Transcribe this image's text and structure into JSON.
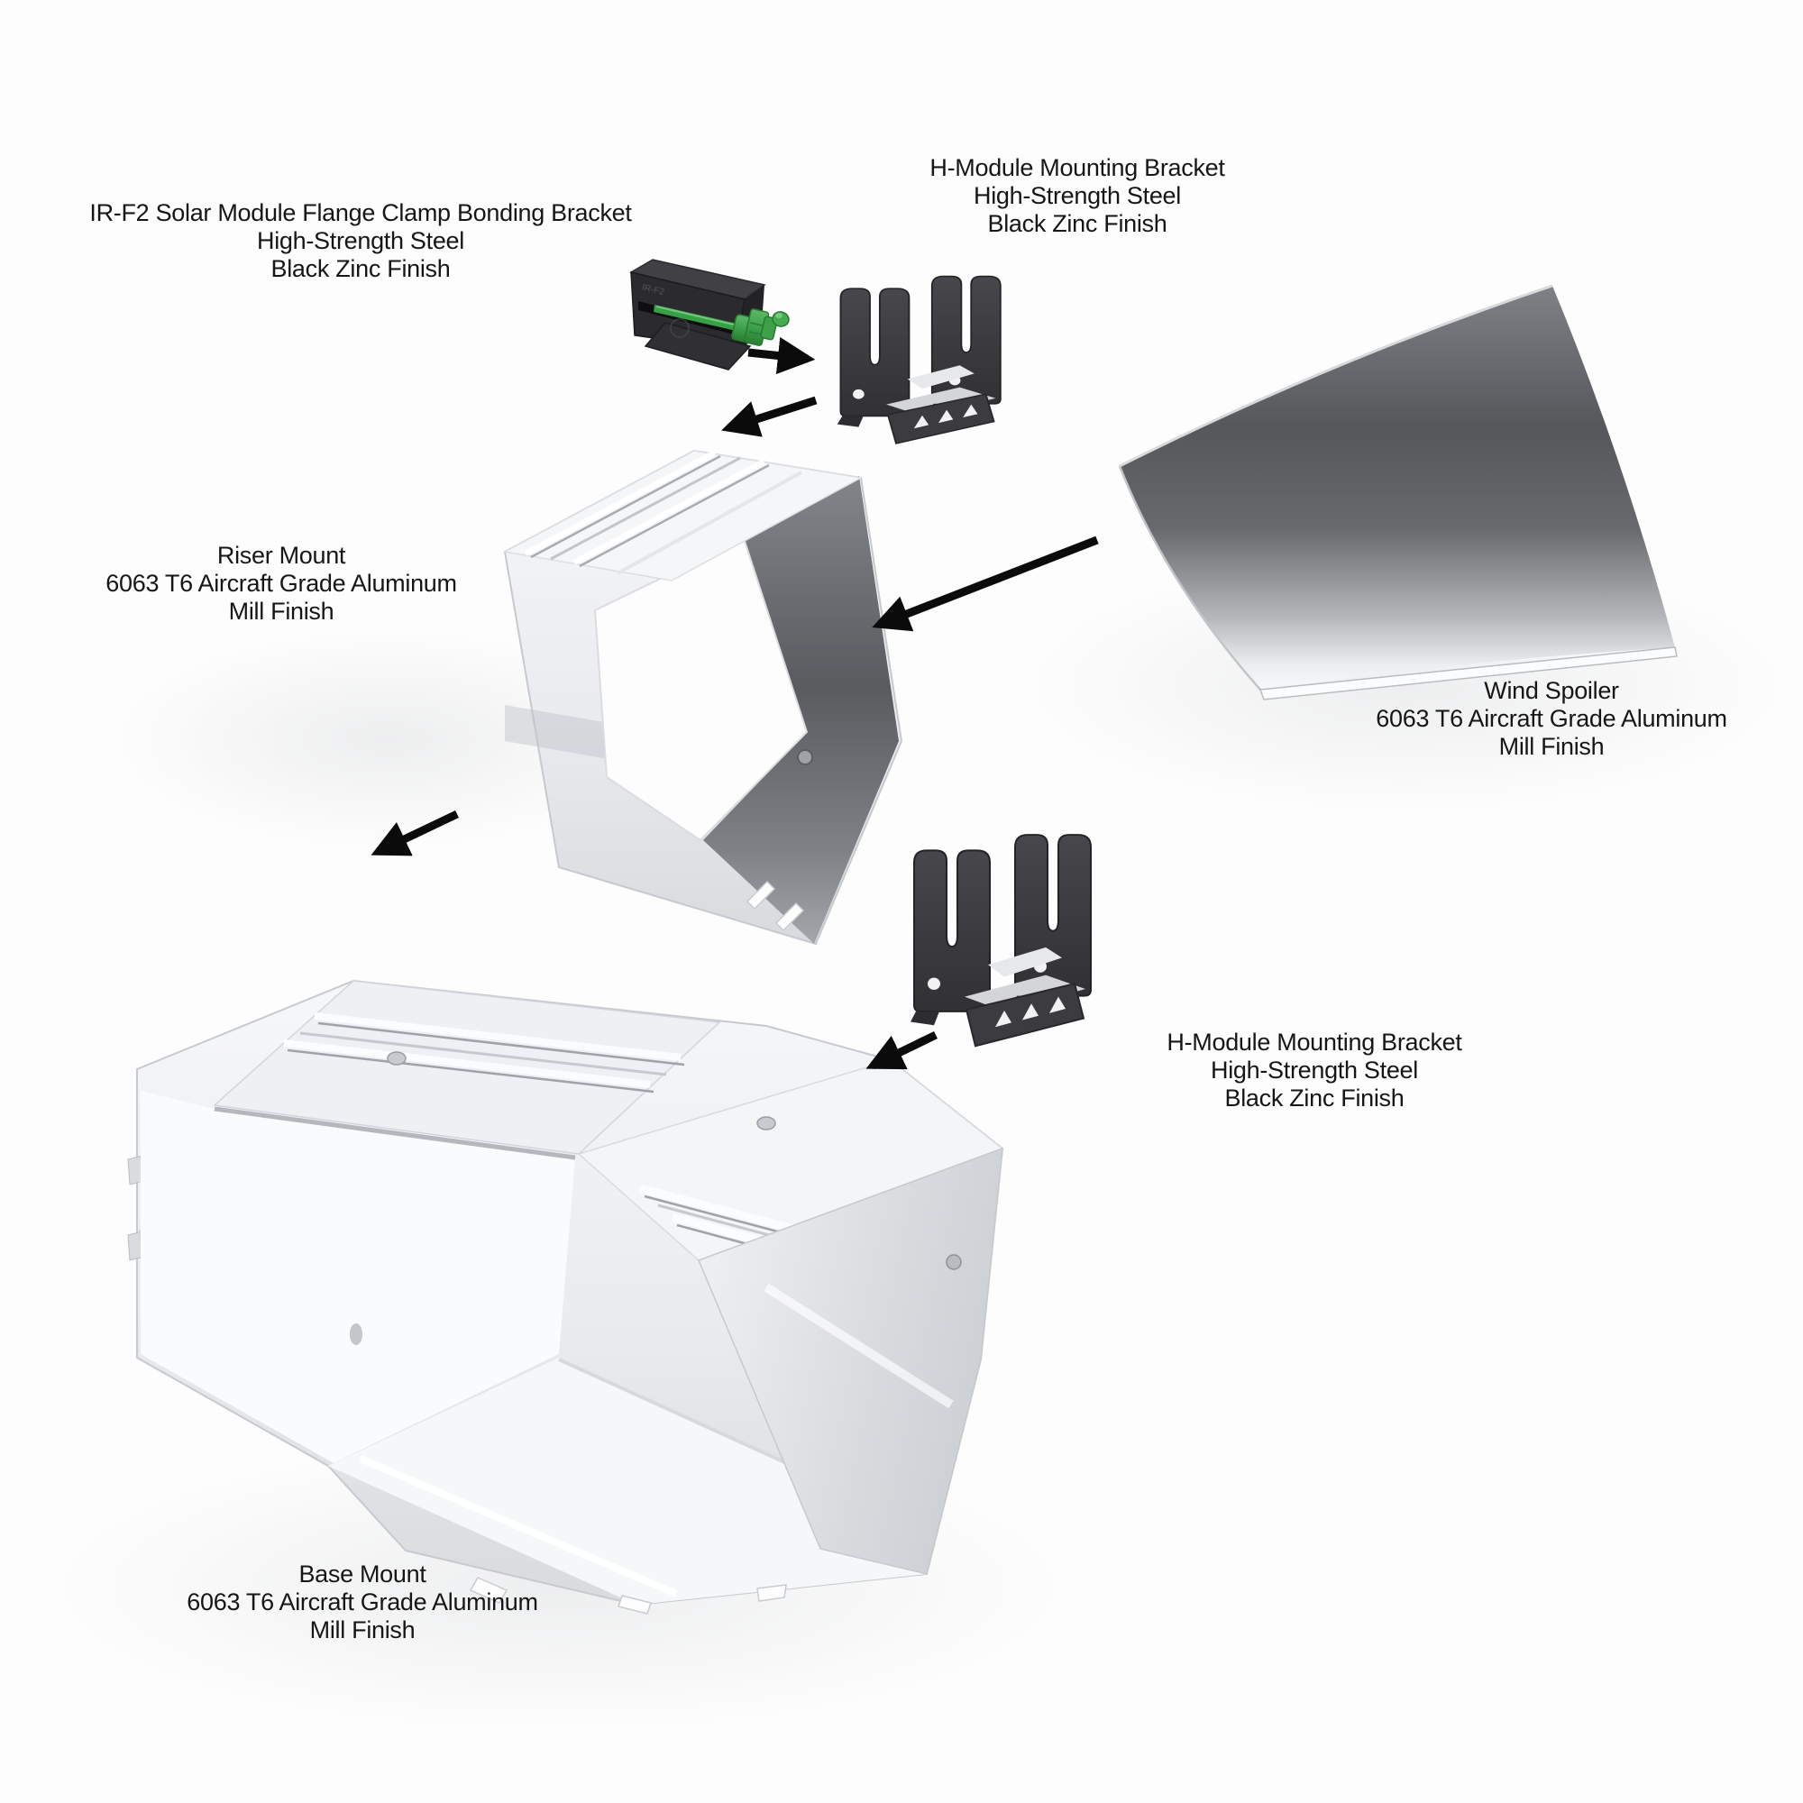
{
  "diagram_type": "exploded-assembly-diagram",
  "product": "Solar module mounting system components",
  "background_color": "#fdfdfd",
  "parts": {
    "flange_clamp": {
      "name": "IR-F2 Solar Module Flange Clamp Bonding Bracket",
      "material": "High-Strength Steel",
      "finish": "Black Zinc Finish",
      "emboss": "IR-F2"
    },
    "h_bracket_top": {
      "name": "H-Module Mounting Bracket",
      "material": "High-Strength Steel",
      "finish": "Black Zinc Finish"
    },
    "wind_spoiler": {
      "name": "Wind Spoiler",
      "material": "6063 T6 Aircraft Grade Aluminum",
      "finish": "Mill Finish"
    },
    "riser_mount": {
      "name": "Riser Mount",
      "material": "6063 T6 Aircraft Grade Aluminum",
      "finish": "Mill Finish"
    },
    "h_bracket_bottom": {
      "name": "H-Module Mounting Bracket",
      "material": "High-Strength Steel",
      "finish": "Black Zinc Finish"
    },
    "base_mount": {
      "name": "Base Mount",
      "material": "6063 T6 Aircraft Grade Aluminum",
      "finish": "Mill Finish"
    }
  },
  "arrows": [
    {
      "from": "flange-clamp",
      "to": "h-bracket-top"
    },
    {
      "from": "h-bracket-top",
      "to": "riser-mount"
    },
    {
      "from": "wind-spoiler",
      "to": "riser-mount"
    },
    {
      "from": "riser-mount",
      "to": "base-mount"
    },
    {
      "from": "h-bracket-bottom",
      "to": "base-mount"
    }
  ],
  "colors": {
    "label_text": "#161616",
    "arrow": "#0b0b0b",
    "steel_dark": "#3a3a3e",
    "bolt_green": "#3da14a",
    "aluminum_light": "#eef0f2",
    "aluminum_dark": "#55575b",
    "background": "#fdfdfd"
  }
}
